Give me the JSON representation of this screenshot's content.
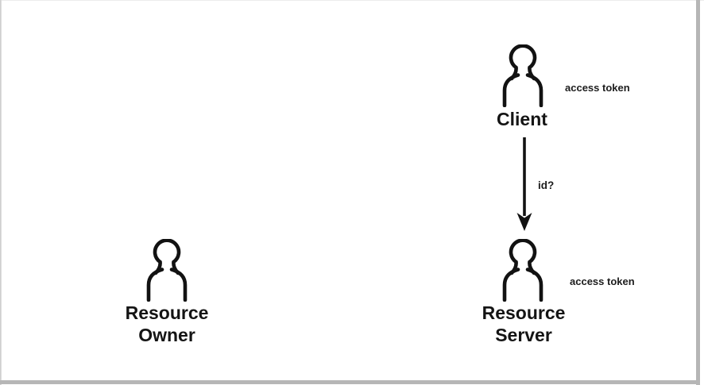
{
  "canvas": {
    "background": "#ffffff",
    "edge_color": "#b6b6b6",
    "ink_color": "#141414"
  },
  "diagram": {
    "client": {
      "label": "Client",
      "icon": "person-icon",
      "annotation": "access token"
    },
    "arrow": {
      "direction": "down",
      "label": "id?",
      "from": "Client",
      "to": "Resource Server"
    },
    "resource_server": {
      "label_line1": "Resource",
      "label_line2": "Server",
      "icon": "person-icon",
      "annotation": "access token"
    },
    "resource_owner": {
      "label_line1": "Resource",
      "label_line2": "Owner",
      "icon": "person-icon"
    }
  }
}
